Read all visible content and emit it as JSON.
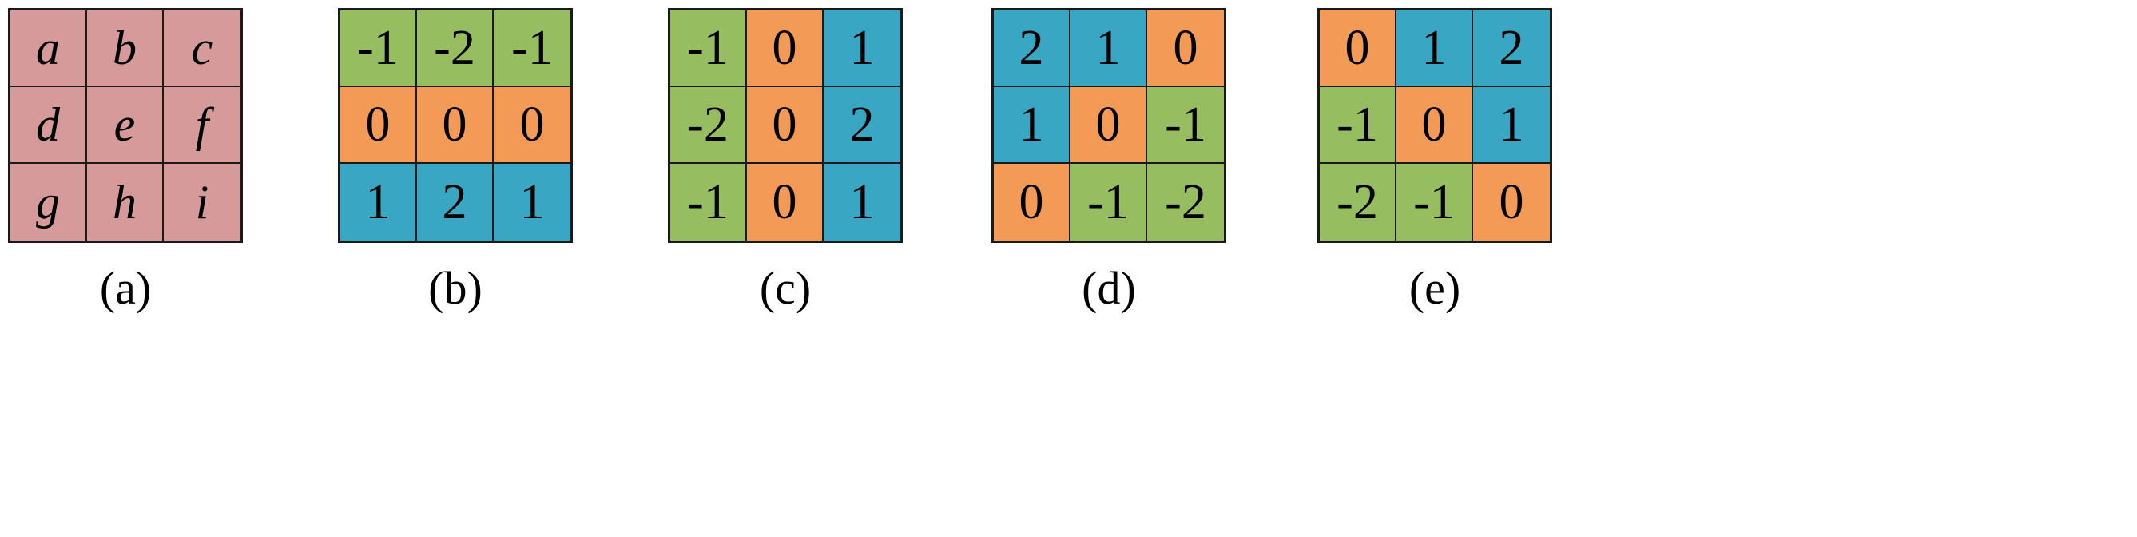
{
  "figure": {
    "background_color": "#ffffff",
    "border_color": "#1a1a1a",
    "panel_count": 5
  },
  "palette": {
    "pink": "#d79a9b",
    "green": "#96be60",
    "orange": "#f29a56",
    "blue": "#39a7c4",
    "line": "#1a1a1a",
    "text": "#000000"
  },
  "chart_data": {
    "type": "table",
    "title": "",
    "xlabel": "",
    "ylabel": "",
    "panels": [
      {
        "caption": "(a)",
        "name": "image-neighborhood",
        "rows": 3,
        "cols": 3,
        "style": "italic",
        "values": [
          [
            "a",
            "b",
            "c"
          ],
          [
            "d",
            "e",
            "f"
          ],
          [
            "g",
            "h",
            "i"
          ]
        ],
        "colors": [
          [
            "pink",
            "pink",
            "pink"
          ],
          [
            "pink",
            "pink",
            "pink"
          ],
          [
            "pink",
            "pink",
            "pink"
          ]
        ]
      },
      {
        "caption": "(b)",
        "name": "sobel-horizontal-kernel",
        "rows": 3,
        "cols": 3,
        "style": "upright",
        "values": [
          [
            "-1",
            "-2",
            "-1"
          ],
          [
            "0",
            "0",
            "0"
          ],
          [
            "1",
            "2",
            "1"
          ]
        ],
        "colors": [
          [
            "green",
            "green",
            "green"
          ],
          [
            "orange",
            "orange",
            "orange"
          ],
          [
            "blue",
            "blue",
            "blue"
          ]
        ]
      },
      {
        "caption": "(c)",
        "name": "sobel-vertical-kernel",
        "rows": 3,
        "cols": 3,
        "style": "upright",
        "values": [
          [
            "-1",
            "0",
            "1"
          ],
          [
            "-2",
            "0",
            "2"
          ],
          [
            "-1",
            "0",
            "1"
          ]
        ],
        "colors": [
          [
            "green",
            "orange",
            "blue"
          ],
          [
            "green",
            "orange",
            "blue"
          ],
          [
            "green",
            "orange",
            "blue"
          ]
        ]
      },
      {
        "caption": "(d)",
        "name": "sobel-diagonal-kernel-1",
        "rows": 3,
        "cols": 3,
        "style": "upright",
        "values": [
          [
            "2",
            "1",
            "0"
          ],
          [
            "1",
            "0",
            "-1"
          ],
          [
            "0",
            "-1",
            "-2"
          ]
        ],
        "colors": [
          [
            "blue",
            "blue",
            "orange"
          ],
          [
            "blue",
            "orange",
            "green"
          ],
          [
            "orange",
            "green",
            "green"
          ]
        ]
      },
      {
        "caption": "(e)",
        "name": "sobel-diagonal-kernel-2",
        "rows": 3,
        "cols": 3,
        "style": "upright",
        "values": [
          [
            "0",
            "1",
            "2"
          ],
          [
            "-1",
            "0",
            "1"
          ],
          [
            "-2",
            "-1",
            "0"
          ]
        ],
        "colors": [
          [
            "orange",
            "blue",
            "blue"
          ],
          [
            "green",
            "orange",
            "blue"
          ],
          [
            "green",
            "green",
            "orange"
          ]
        ]
      }
    ]
  }
}
